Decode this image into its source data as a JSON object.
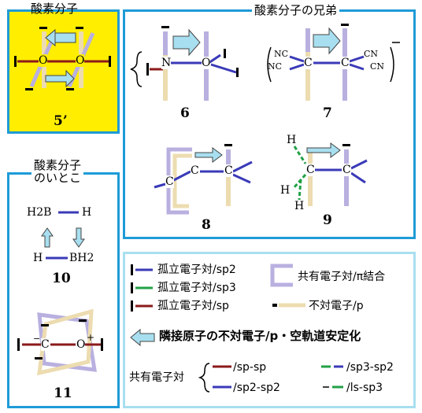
{
  "panels": {
    "oxygen": {
      "title": "酸素分子",
      "label": "5’"
    },
    "siblings": {
      "title": "酸素分子の兄弟",
      "labels": [
        "6",
        "7",
        "8",
        "9"
      ]
    },
    "cousins": {
      "title_line1": "酸素分子",
      "title_line2": "のいとこ",
      "labels": [
        "10",
        "11"
      ]
    }
  },
  "atoms": {
    "O": "O",
    "N": "N",
    "C": "C",
    "H": "H",
    "CN": "CN",
    "NC": "NC",
    "H2B": "H2B",
    "BH2": "BH2",
    "minus": "−",
    "plus": "+"
  },
  "legend": {
    "lone_sp2": "孤立電子対/sp2",
    "lone_sp3": "孤立電子対/sp3",
    "lone_sp": "孤立電子対/sp",
    "shared_pi": "共有電子対/π結合",
    "unpaired_p": "不対電子/p",
    "stabilization": "隣接原子の不対電子/p・空軌道安定化",
    "shared_pair": "共有電子対",
    "sp_sp": "/sp-sp",
    "sp3_sp2": "/sp3-sp2",
    "sp2_sp2": "/sp2-sp2",
    "ls_sp3": "/ls-sp3"
  },
  "colors": {
    "border": "#1e9bd7",
    "yellow": "#ffee00",
    "sp2": "#3a3ab8",
    "sp3": "#22a045",
    "sp": "#8b1a1a",
    "pi": "#b9b0e0",
    "p": "#ecdcb0",
    "arrow": "#a8dff0"
  }
}
